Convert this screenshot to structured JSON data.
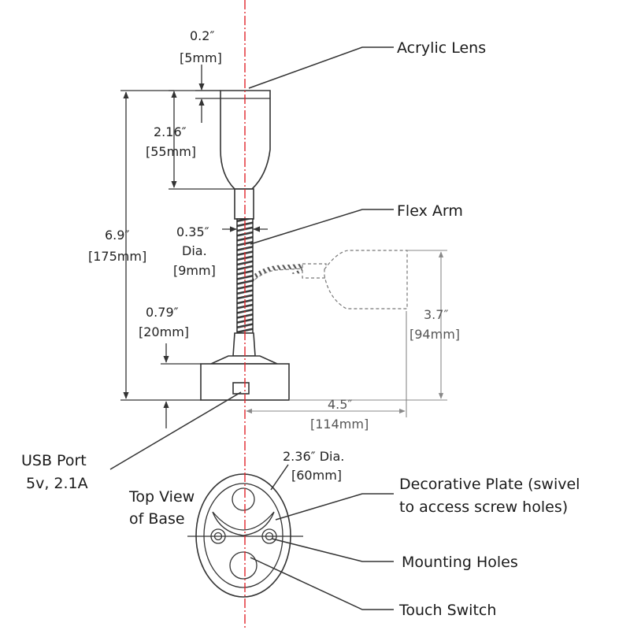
{
  "labels": {
    "acrylic_lens": "Acrylic Lens",
    "flex_arm": "Flex Arm",
    "usb_port_line1": "USB Port",
    "usb_port_line2": "5v, 2.1A",
    "top_view_line1": "Top View",
    "top_view_line2": "of Base",
    "decorative_plate_line1": "Decorative Plate (swivel",
    "decorative_plate_line2": "to access screw holes)",
    "mounting_holes": "Mounting Holes",
    "touch_switch": "Touch Switch"
  },
  "dimensions": {
    "lens_thickness_in": "0.2″",
    "lens_thickness_mm": "[5mm]",
    "head_height_in": "2.16″",
    "head_height_mm": "[55mm]",
    "total_height_in": "6.9″",
    "total_height_mm": "[175mm]",
    "arm_dia_in": "0.35″",
    "arm_dia_label": "Dia.",
    "arm_dia_mm": "[9mm]",
    "base_height_in": "0.79″",
    "base_height_mm": "[20mm]",
    "flex_height_in": "3.7″",
    "flex_height_mm": "[94mm]",
    "flex_reach_in": "4.5″",
    "flex_reach_mm": "[114mm]",
    "base_dia_in": "2.36″ Dia.",
    "base_dia_mm": "[60mm]"
  },
  "colors": {
    "centerline": "#e0262c",
    "outline": "#333333",
    "ghost": "#777777"
  }
}
